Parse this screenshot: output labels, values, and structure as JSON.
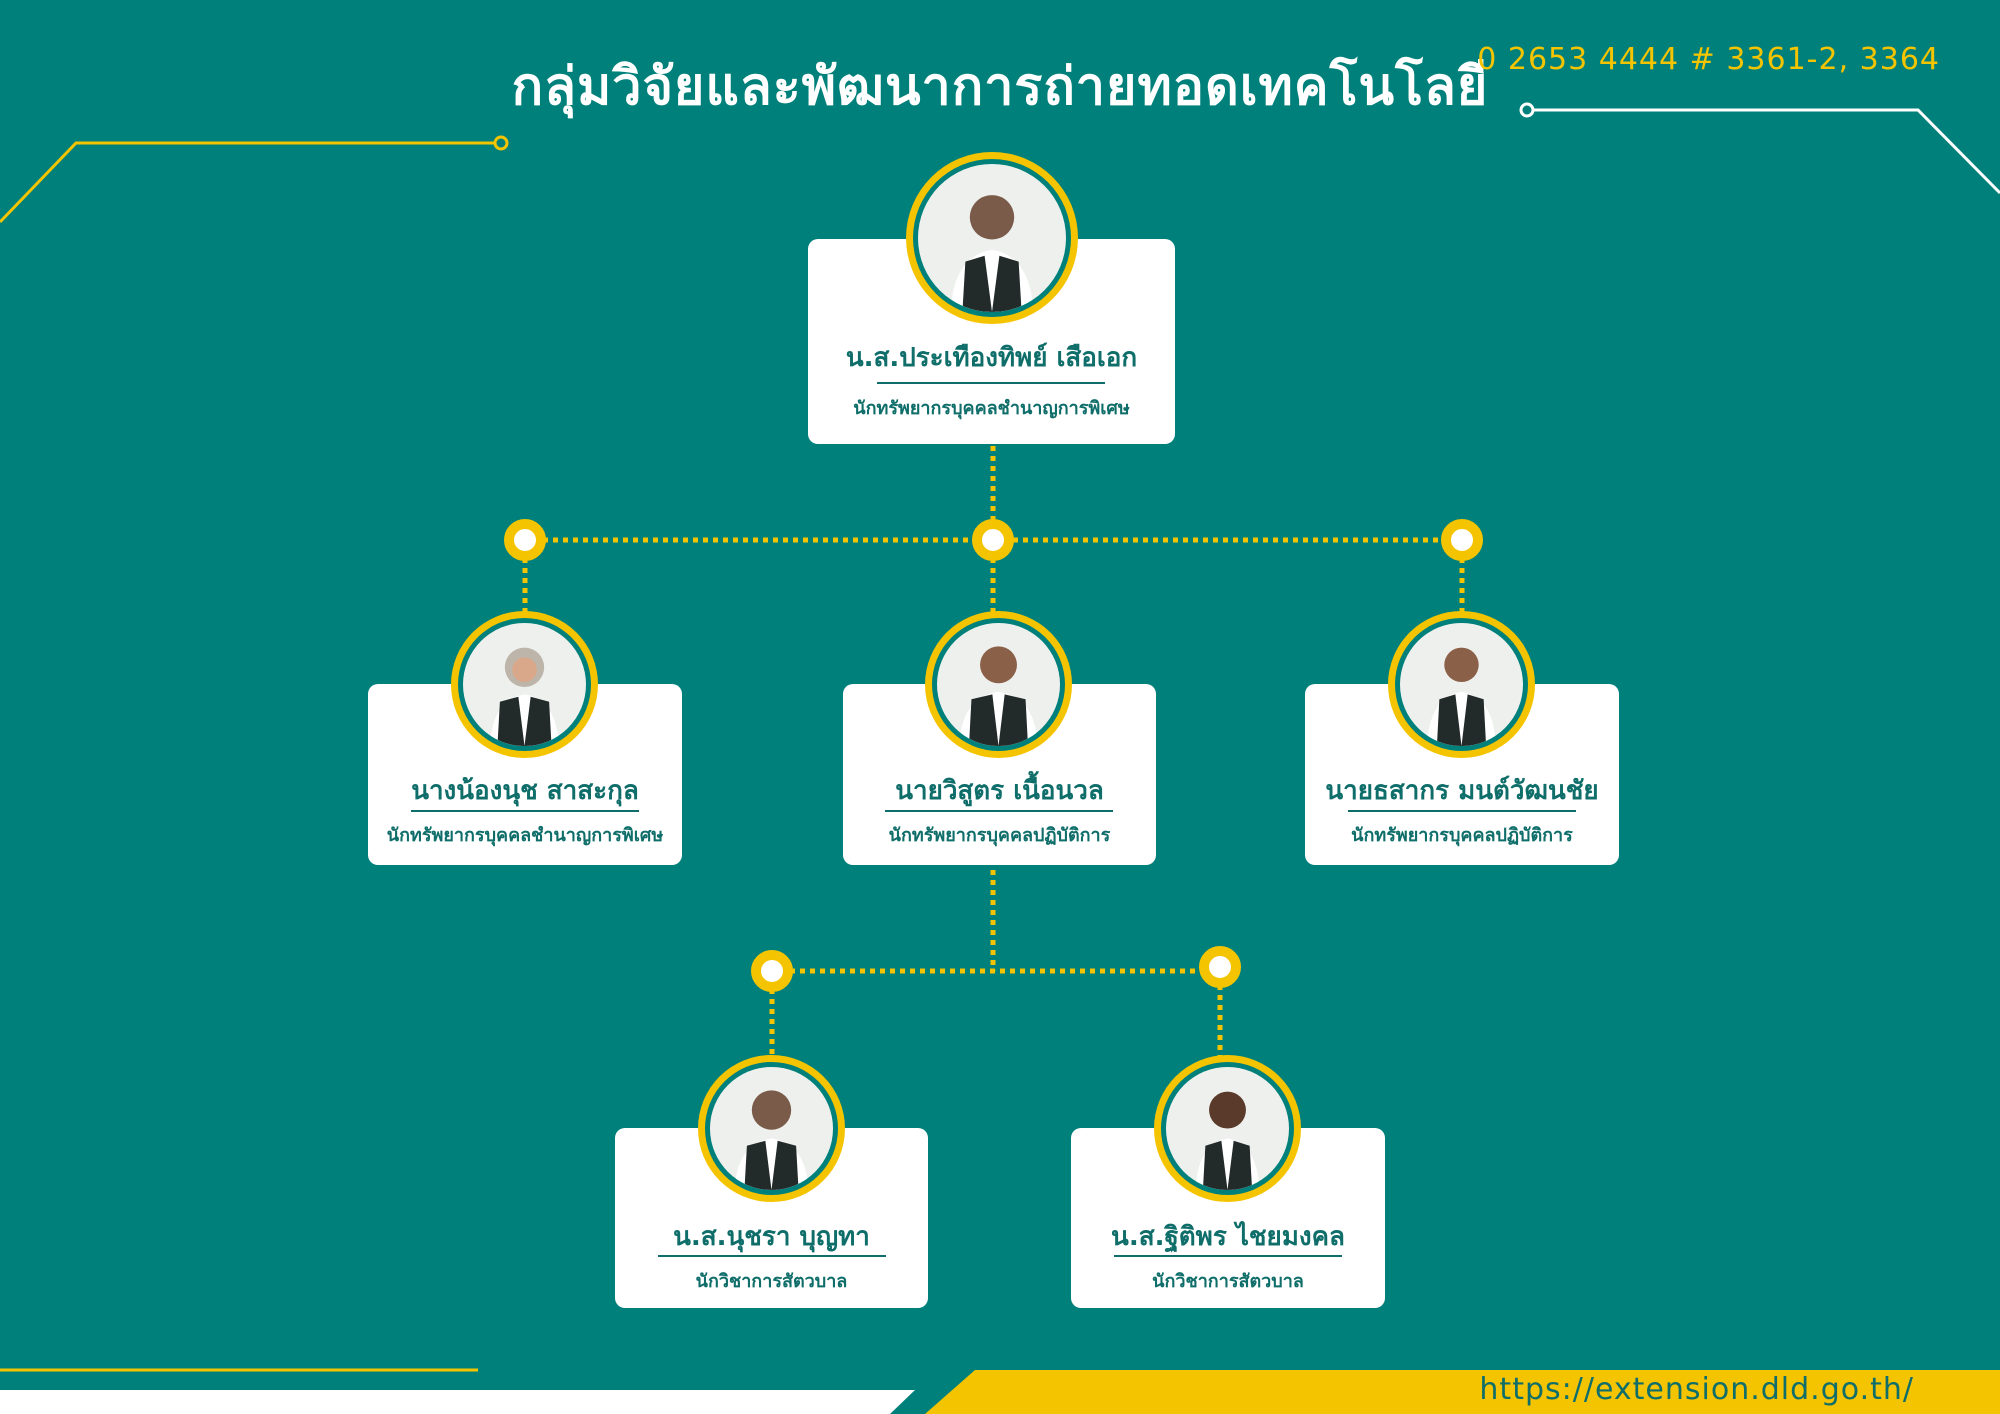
{
  "header": {
    "title": "กลุ่มวิจัยและพัฒนาการถ่ายทอดเทคโนโลยี",
    "phone": "0 2653 4444 # 3361-2, 3364"
  },
  "footer": {
    "url": "https://extension.dld.go.th/"
  },
  "colors": {
    "background": "#00807a",
    "accent": "#f5c400",
    "text": "#0f6e6a",
    "card": "#ffffff"
  },
  "members": [
    {
      "name": "น.ส.ประเทืองทิพย์ เสือเอก",
      "role": "นักทรัพยากรบุคคลชำนาญการพิเศษ"
    },
    {
      "name": "นางน้องนุช สาสะกุล",
      "role": "นักทรัพยากรบุคคลชำนาญการพิเศษ"
    },
    {
      "name": "นายวิสูตร เนื้อนวล",
      "role": "นักทรัพยากรบุคคลปฏิบัติการ"
    },
    {
      "name": "นายธสากร มนต์วัฒนชัย",
      "role": "นักทรัพยากรบุคคลปฏิบัติการ"
    },
    {
      "name": "น.ส.นุชรา บุญทา",
      "role": "นักวิชาการสัตวบาล"
    },
    {
      "name": "น.ส.ฐิติพร ไชยมงคล",
      "role": "นักวิชาการสัตวบาล"
    }
  ]
}
